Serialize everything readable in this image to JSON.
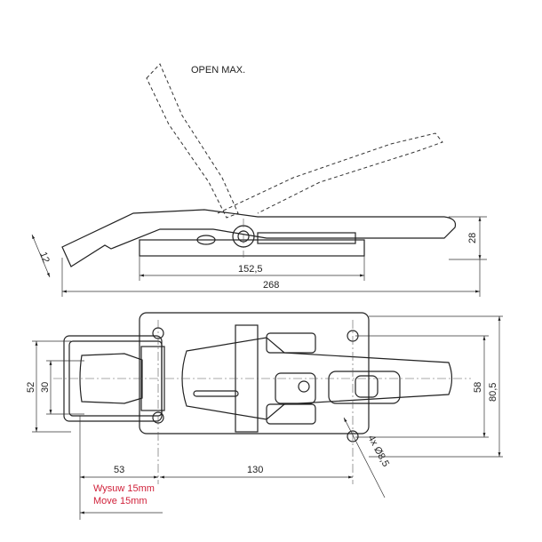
{
  "side_view": {
    "label_open": "OPEN MAX.",
    "dim_height": "28",
    "dim_base": "152,5",
    "dim_total": "268",
    "dim_angle_side": "12"
  },
  "top_view": {
    "dim_52": "52",
    "dim_30": "30",
    "dim_58": "58",
    "dim_80_5": "80,5",
    "dim_53": "53",
    "dim_130": "130",
    "dim_holes": "4x Ø8,5",
    "note_pl": "Wysuw 15mm",
    "note_en": "Move 15mm"
  },
  "colors": {
    "note": "#d0213a"
  }
}
